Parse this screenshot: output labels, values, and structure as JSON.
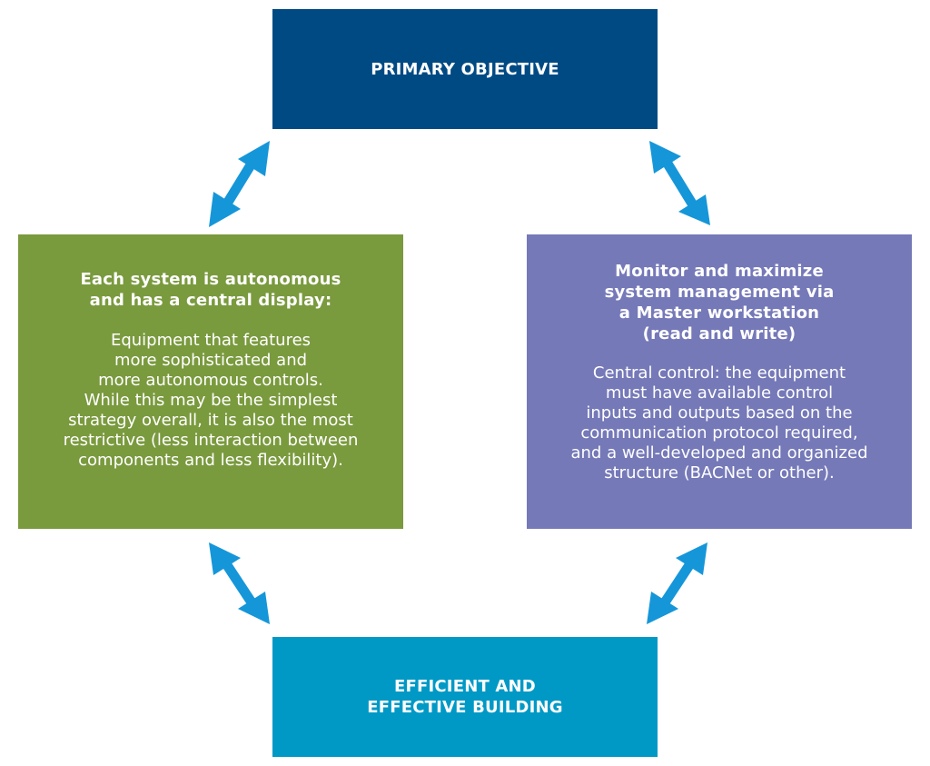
{
  "colors": {
    "top": "#004a84",
    "left": "#7a9a3e",
    "right": "#7579b8",
    "bottom": "#0099c6",
    "arrow": "#1596d9"
  },
  "nodes": {
    "top": {
      "title": "PRIMARY OBJECTIVE"
    },
    "left": {
      "title": "Each system is autonomous\nand has a central display:",
      "body": "Equipment that features\nmore sophisticated and\nmore autonomous controls.\nWhile this may be the simplest\nstrategy overall, it is also the most\nrestrictive (less interaction between\ncomponents and less flexibility)."
    },
    "right": {
      "title": "Monitor and maximize\nsystem management via\na Master workstation\n(read and write)",
      "body": "Central control: the equipment\nmust have available control\ninputs and outputs based on the\ncommunication protocol required,\nand a well-developed and organized\nstructure (BACNet or other)."
    },
    "bottom": {
      "title": "EFFICIENT AND\nEFFECTIVE BUILDING"
    }
  },
  "edges": [
    {
      "from": "top",
      "to": "left",
      "type": "bidirectional"
    },
    {
      "from": "top",
      "to": "right",
      "type": "bidirectional"
    },
    {
      "from": "left",
      "to": "bottom",
      "type": "bidirectional"
    },
    {
      "from": "right",
      "to": "bottom",
      "type": "bidirectional"
    }
  ]
}
